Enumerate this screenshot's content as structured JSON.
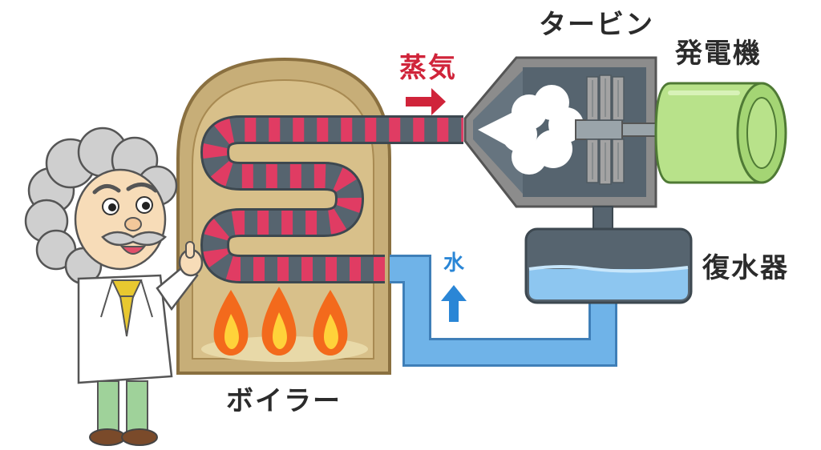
{
  "labels": {
    "turbine": "タービン",
    "generator": "発電機",
    "steam": "蒸気",
    "water": "水",
    "condenser": "復水器",
    "boiler": "ボイラー"
  },
  "colors": {
    "boiler_body": "#c7ae78",
    "boiler_inner": "#d7be86",
    "pipe_red": "#e03c63",
    "pipe_gray": "#56646f",
    "water_blue": "#6fb3e8",
    "housing": "#8c8c8c",
    "turbine_chamber": "#56646f",
    "generator_green": "#b8e28a",
    "flame_orange": "#f36a1c",
    "flame_yellow": "#ffd23a",
    "steam_arrow": "#d0243a",
    "water_arrow": "#2a86d6"
  },
  "icons": {
    "steam_arrow": "arrow-right-icon",
    "water_arrow": "arrow-up-icon"
  }
}
